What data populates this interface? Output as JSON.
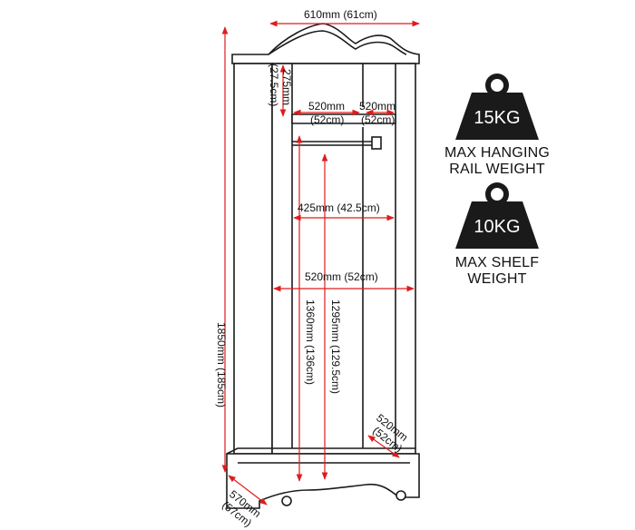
{
  "dimensions": {
    "width_top": "610mm (61cm)",
    "height_total": "1850mm (185cm)",
    "top_space_1": "275mm",
    "top_space_2": "(27.5cm)",
    "shelf_left_1": "520mm",
    "shelf_left_2": "(52cm)",
    "shelf_right_1": "520mm",
    "shelf_right_2": "(52cm)",
    "rail_width": "425mm (42.5cm)",
    "inner_width": "520mm (52cm)",
    "inner_height_1": "1360mm (136cm)",
    "inner_height_2": "1295mm (129.5cm)",
    "depth_inner_1": "520mm",
    "depth_inner_2": "(52cm)",
    "depth_base_1": "570mm",
    "depth_base_2": "(57cm)"
  },
  "weights": [
    {
      "value": "15KG",
      "label_line1": "MAX HANGING",
      "label_line2": "RAIL WEIGHT"
    },
    {
      "value": "10KG",
      "label_line1": "MAX SHELF",
      "label_line2": "WEIGHT"
    }
  ],
  "colors": {
    "dimension_line": "#e01b1b",
    "outline": "#1a1a1a",
    "weight_icon": "#1a1a1a"
  },
  "icons": [
    "weight-icon"
  ]
}
